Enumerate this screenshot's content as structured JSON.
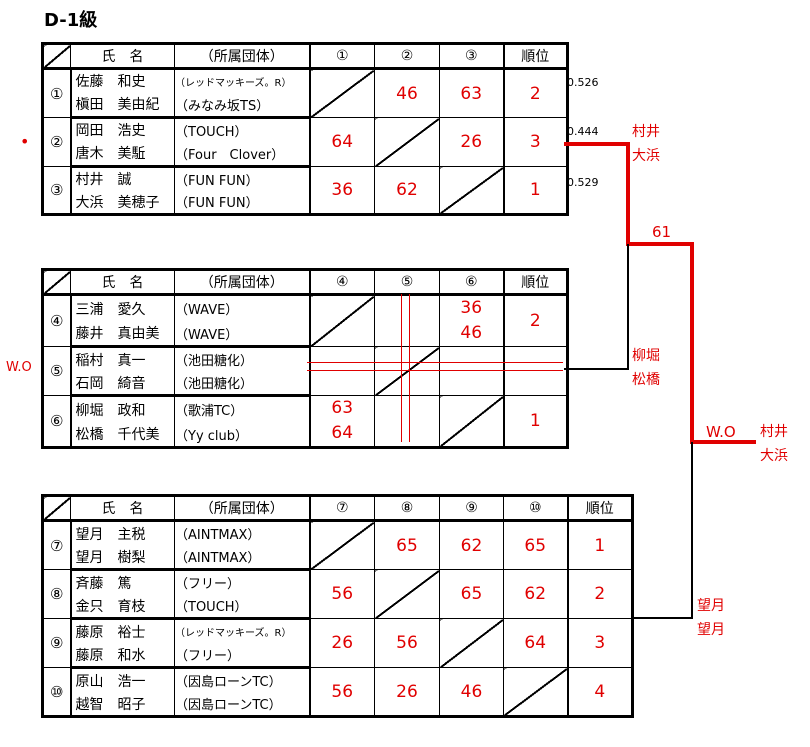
{
  "title": "D-1級",
  "header": {
    "name": "氏　名",
    "team": "（所属団体）",
    "rank": "順位"
  },
  "groups": [
    {
      "cols": [
        "①",
        "②",
        "③"
      ],
      "players": [
        {
          "no": "①",
          "n1": "佐藤　和史",
          "t1": "（レッドマッキーズ。R）",
          "n2": "槇田　美由紀",
          "t2": "（みなみ坂TS）",
          "scores": [
            "",
            "46",
            "63"
          ],
          "rank": "2"
        },
        {
          "no": "②",
          "n1": "岡田　浩史",
          "t1": "（TOUCH）",
          "n2": "唐木　美駈",
          "t2": "（Four　Clover）",
          "scores": [
            "64",
            "",
            "26"
          ],
          "rank": "3"
        },
        {
          "no": "③",
          "n1": "村井　誠",
          "t1": "（FUN FUN）",
          "n2": "大浜　美穂子",
          "t2": "（FUN FUN）",
          "scores": [
            "36",
            "62",
            ""
          ],
          "rank": "1"
        }
      ],
      "ratios": [
        "0.526",
        "0.444",
        "0.529"
      ]
    },
    {
      "cols": [
        "④",
        "⑤",
        "⑥"
      ],
      "players": [
        {
          "no": "④",
          "n1": "三浦　愛久",
          "t1": "（WAVE）",
          "n2": "藤井　真由美",
          "t2": "（WAVE）",
          "scores": [
            "",
            "",
            [
              "36",
              "46"
            ]
          ],
          "rank": "2"
        },
        {
          "no": "⑤",
          "n1": "稲村　真一",
          "t1": "（池田糖化）",
          "n2": "石岡　綺音",
          "t2": "（池田糖化）",
          "scores": [
            "",
            "",
            ""
          ],
          "rank": ""
        },
        {
          "no": "⑥",
          "n1": "柳堀　政和",
          "t1": "（歌浦TC）",
          "n2": "松橋　千代美",
          "t2": "（Yy club）",
          "scores": [
            [
              "63",
              "64"
            ],
            "",
            ""
          ],
          "rank": "1"
        }
      ]
    },
    {
      "cols": [
        "⑦",
        "⑧",
        "⑨",
        "⑩"
      ],
      "players": [
        {
          "no": "⑦",
          "n1": "望月　主税",
          "t1": "（AINTMAX）",
          "n2": "望月　樹梨",
          "t2": "（AINTMAX）",
          "scores": [
            "",
            "65",
            "62",
            "65"
          ],
          "rank": "1"
        },
        {
          "no": "⑧",
          "n1": "斉藤　篤",
          "t1": "（フリー）",
          "n2": "金只　育枝",
          "t2": "（TOUCH）",
          "scores": [
            "56",
            "",
            "65",
            "62"
          ],
          "rank": "2"
        },
        {
          "no": "⑨",
          "n1": "藤原　裕士",
          "t1": "（レッドマッキーズ。R）",
          "n2": "藤原　和水",
          "t2": "（フリー）",
          "scores": [
            "26",
            "56",
            "",
            "64"
          ],
          "rank": "3"
        },
        {
          "no": "⑩",
          "n1": "原山　浩一",
          "t1": "（因島ローンTC）",
          "n2": "越智　昭子",
          "t2": "（因島ローンTC）",
          "scores": [
            "56",
            "26",
            "46",
            ""
          ],
          "rank": "4"
        }
      ]
    }
  ],
  "bracket": {
    "wo_left": "W.O",
    "dot": "•",
    "semi1_winner": [
      "村井",
      "大浜"
    ],
    "semi1_score": "61",
    "semi1_loser": [
      "柳堀",
      "松橋"
    ],
    "final_score": "W.O",
    "champion": [
      "村井",
      "大浜"
    ],
    "final_other": [
      "望月",
      "望月"
    ]
  }
}
